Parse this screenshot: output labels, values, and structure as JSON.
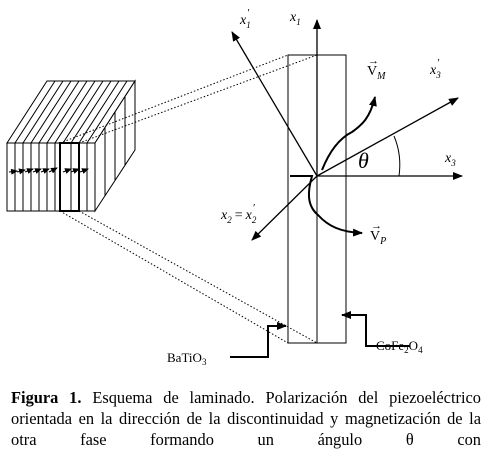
{
  "figure": {
    "axes": {
      "x1_prime": "x",
      "x1_prime_sub": "1",
      "x1": "x",
      "x1_sub": "1",
      "x3_prime": "x",
      "x3_prime_sub": "3",
      "x3": "x",
      "x3_sub": "3",
      "x2_eq": "x",
      "x2_sub": "2",
      "x2_equals": "=",
      "x2_prime": "x",
      "x2_prime_sub": "2"
    },
    "vectors": {
      "vm_base": "V",
      "vm_sub": "M",
      "vp_base": "V",
      "vp_sub": "P",
      "arrow_mark": "→"
    },
    "angle_symbol": "θ",
    "labels": {
      "batio3_main": "BaTiO",
      "batio3_sub": "3",
      "cofe2o4_main": "CoFe",
      "cofe2o4_sub1": "2",
      "cofe2o4_o": "O",
      "cofe2o4_sub2": "4"
    }
  },
  "caption": {
    "label": "Figura 1.",
    "text": "Esquema de laminado. Polarización del piezoeléctrico orientada en la dirección de la discontinuidad y magnetización de la otra fase formando un ángulo θ con"
  }
}
